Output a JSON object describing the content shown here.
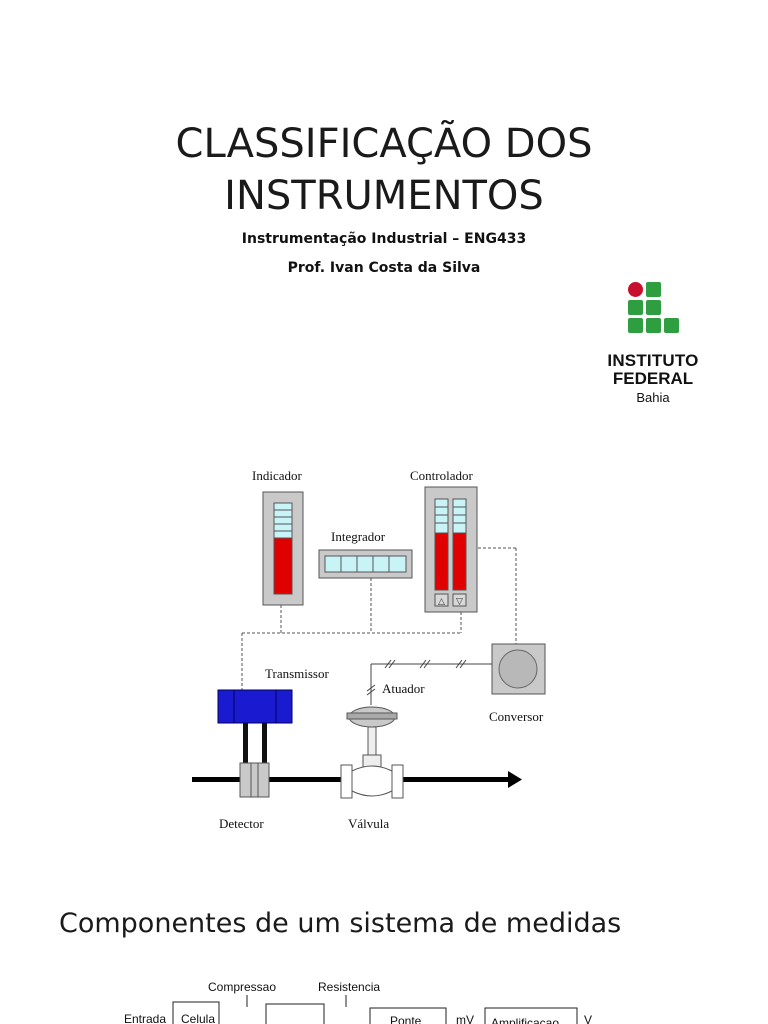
{
  "slide": {
    "title_line1": "CLASSIFICAÇÃO DOS",
    "title_line2": "INSTRUMENTOS",
    "course": "Instrumentação Industrial – ENG433",
    "professor": "Prof. Ivan Costa da Silva"
  },
  "logo": {
    "line1": "INSTITUTO",
    "line2": "FEDERAL",
    "line3": "Bahia",
    "green": "#2f9e41",
    "red": "#c8102e"
  },
  "diagram": {
    "indicador": "Indicador",
    "controlador": "Controlador",
    "integrador": "Integrador",
    "transmissor": "Transmissor",
    "atuador": "Atuador",
    "conversor": "Conversor",
    "detector": "Detector",
    "valvula": "Válvula",
    "fill_red": "#e00000",
    "fill_cyan": "#c8f4f8",
    "fill_blue": "#1a1ad0"
  },
  "section": {
    "heading": "Componentes de um sistema de medidas"
  },
  "block_diagram": {
    "compressao": "Compressao",
    "resistencia": "Resistencia",
    "entrada": "Entrada",
    "celula": "Celula",
    "ponte": "Ponte",
    "mv": "mV",
    "amplificacao": "Amplificacao",
    "v": "V"
  }
}
